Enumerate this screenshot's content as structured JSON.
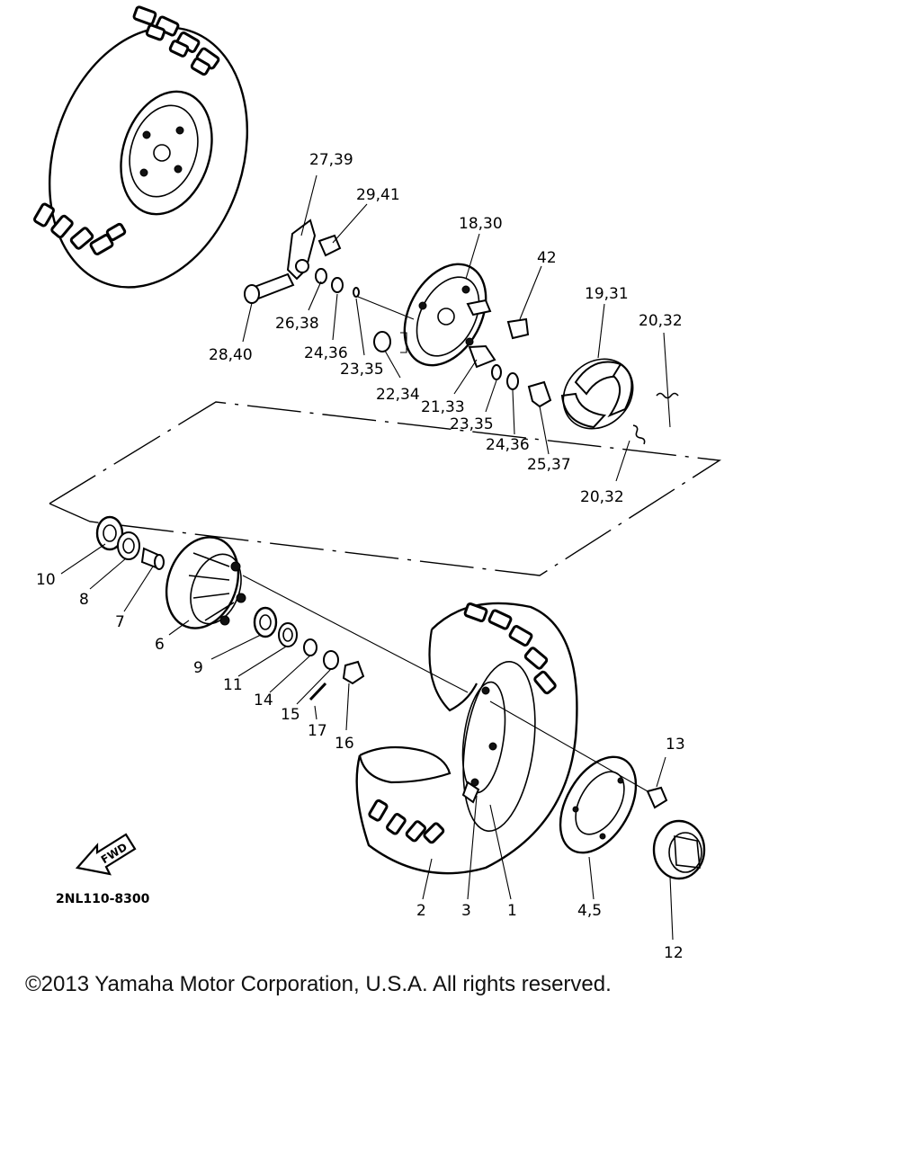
{
  "diagram": {
    "code": "2NL110-8300",
    "fwd_label": "FWD",
    "callouts": {
      "p1": "1",
      "p2": "2",
      "p3": "3",
      "p4_5": "4,5",
      "p6": "6",
      "p7": "7",
      "p8": "8",
      "p9": "9",
      "p10": "10",
      "p11": "11",
      "p12": "12",
      "p13": "13",
      "p14": "14",
      "p15": "15",
      "p16": "16",
      "p17": "17",
      "p18_30": "18,30",
      "p19_31": "19,31",
      "p20_32_a": "20,32",
      "p20_32_b": "20,32",
      "p21_33": "21,33",
      "p22_34": "22,34",
      "p23_35_a": "23,35",
      "p23_35_b": "23,35",
      "p24_36_a": "24,36",
      "p24_36_b": "24,36",
      "p25_37": "25,37",
      "p26_38": "26,38",
      "p27_39": "27,39",
      "p28_40": "28,40",
      "p29_41": "29,41",
      "p42": "42"
    }
  },
  "copyright": "©2013 Yamaha Motor Corporation, U.S.A. All rights reserved."
}
